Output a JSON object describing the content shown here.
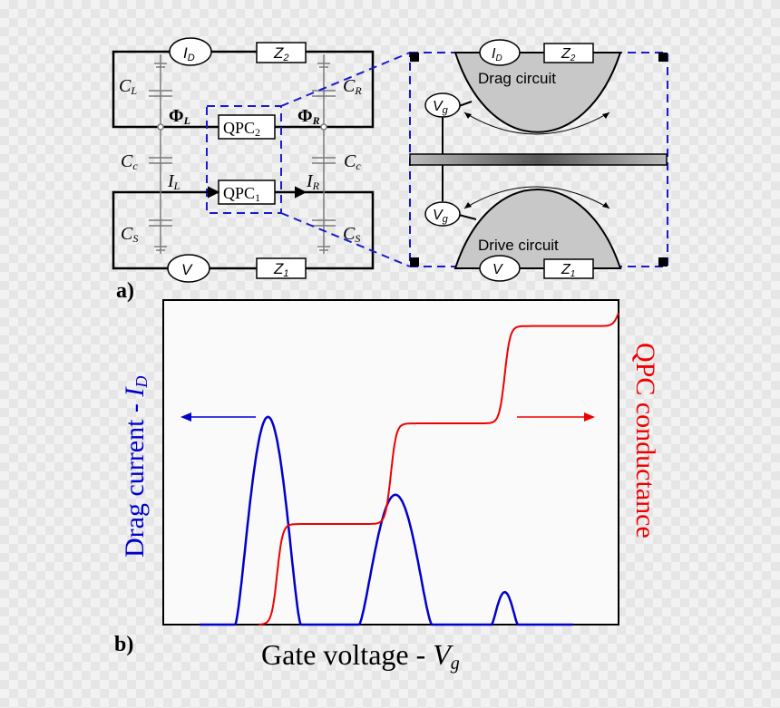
{
  "panel_a": {
    "label": "a)",
    "circuit": {
      "top_meter": "I",
      "top_meter_sub": "D",
      "top_impedance": "Z",
      "top_impedance_sub": "2",
      "bottom_meter": "V",
      "bottom_impedance": "Z",
      "bottom_impedance_sub": "1",
      "cap_left_top": "C",
      "cap_left_top_sub": "L",
      "cap_right_top": "C",
      "cap_right_top_sub": "R",
      "cap_left_mid": "C",
      "cap_left_mid_sub": "c",
      "cap_right_mid": "C",
      "cap_right_mid_sub": "c",
      "cap_left_bot": "C",
      "cap_left_bot_sub": "S",
      "cap_right_bot": "C",
      "cap_right_bot_sub": "S",
      "phi_left": "Φ",
      "phi_left_sub": "L",
      "phi_right": "Φ",
      "phi_right_sub": "R",
      "current_left": "I",
      "current_left_sub": "L",
      "current_right": "I",
      "current_right_sub": "R",
      "qpc_top": "QPC",
      "qpc_top_sub": "2",
      "qpc_bottom": "QPC",
      "qpc_bottom_sub": "1"
    },
    "inset": {
      "drag_label": "Drag circuit",
      "drive_label": "Drive circuit",
      "gate_top": "V",
      "gate_top_sub": "g",
      "gate_bottom": "V",
      "gate_bottom_sub": "g",
      "top_meter": "I",
      "top_meter_sub": "D",
      "top_impedance": "Z",
      "top_impedance_sub": "2",
      "bottom_meter": "V",
      "bottom_impedance": "Z",
      "bottom_impedance_sub": "1"
    }
  },
  "panel_b": {
    "label": "b)",
    "left_axis_label": "Drag current - ",
    "left_axis_var": "I",
    "left_axis_sub": "D",
    "right_axis_label": "QPC conductance",
    "x_axis_label": "Gate voltage - ",
    "x_axis_var": "V",
    "x_axis_sub": "g"
  },
  "colors": {
    "drag_curve": "#0000cc",
    "conductance_curve": "#ee0000",
    "dashed_box": "#1a1acc",
    "shaded_region": "#c8c8c8"
  },
  "chart_data": {
    "type": "line",
    "title": "",
    "xlabel": "Gate voltage - Vg",
    "ylabel_left": "Drag current - ID",
    "ylabel_right": "QPC conductance",
    "x": [
      0.0,
      0.1,
      0.15,
      0.2,
      0.25,
      0.3,
      0.4,
      0.5,
      0.55,
      0.6,
      0.65,
      0.7,
      0.75,
      0.8,
      0.9,
      1.0
    ],
    "series": [
      {
        "name": "Drag current - ID",
        "axis": "left",
        "color": "#0000cc",
        "peaks": [
          {
            "center": 0.23,
            "height": 0.64
          },
          {
            "center": 0.51,
            "height": 0.4
          },
          {
            "center": 0.75,
            "height": 0.1
          }
        ]
      },
      {
        "name": "QPC conductance",
        "axis": "right",
        "color": "#ee0000",
        "steps": [
          {
            "x": 0.25,
            "level": 0.31
          },
          {
            "x": 0.5,
            "level": 0.62
          },
          {
            "x": 0.75,
            "level": 0.92
          },
          {
            "x": 1.0,
            "level": 1.0
          }
        ]
      }
    ],
    "grid": false
  }
}
